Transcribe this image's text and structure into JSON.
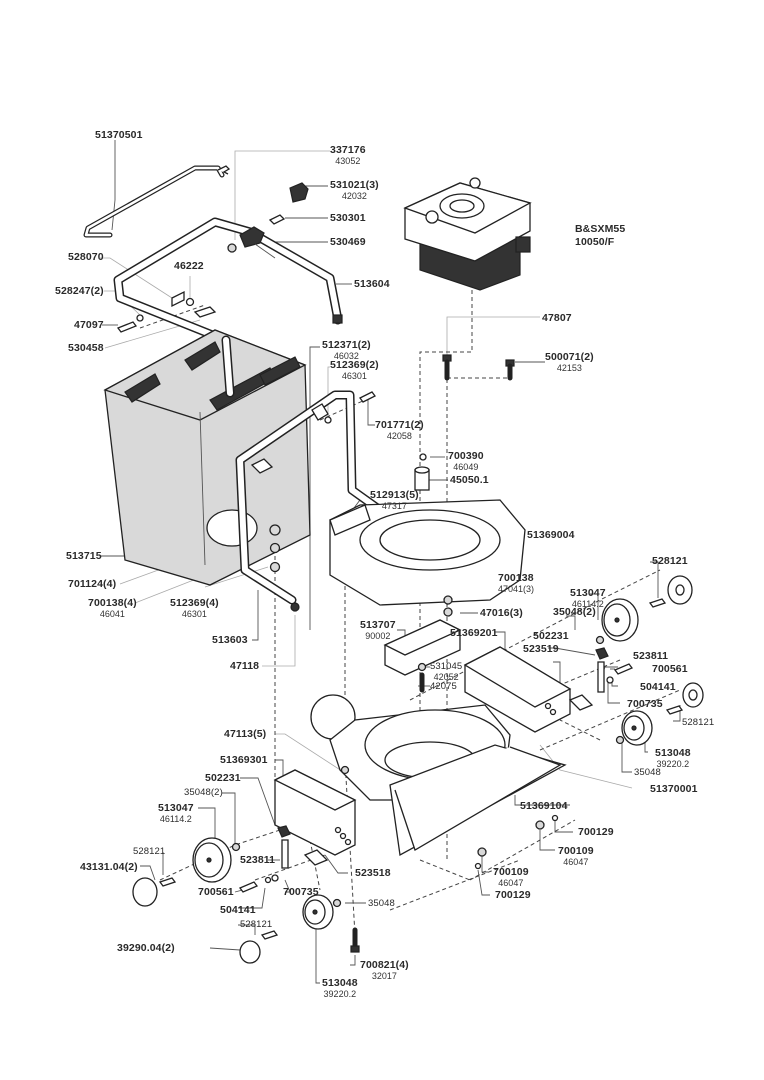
{
  "diagram": {
    "title": "Exploded parts view – garden vacuum/blower chassis",
    "engine": {
      "name": "B&SXM55",
      "code": "10050/F"
    },
    "labels": [
      {
        "id": "l01",
        "part": "51370501",
        "sub": ""
      },
      {
        "id": "l02",
        "part": "337176",
        "sub": "43052"
      },
      {
        "id": "l03",
        "part": "531021(3)",
        "sub": "42032"
      },
      {
        "id": "l04",
        "part": "530301",
        "sub": ""
      },
      {
        "id": "l05",
        "part": "530469",
        "sub": ""
      },
      {
        "id": "l06",
        "part": "528070",
        "sub": ""
      },
      {
        "id": "l07",
        "part": "46222",
        "sub": ""
      },
      {
        "id": "l08",
        "part": "513604",
        "sub": ""
      },
      {
        "id": "l09",
        "part": "528247(2)",
        "sub": ""
      },
      {
        "id": "l10",
        "part": "47097",
        "sub": ""
      },
      {
        "id": "l11",
        "part": "530458",
        "sub": ""
      },
      {
        "id": "l12",
        "part": "47807",
        "sub": ""
      },
      {
        "id": "l13",
        "part": "512371(2)",
        "sub": "46032"
      },
      {
        "id": "l14",
        "part": "512369(2)",
        "sub": "46301"
      },
      {
        "id": "l15",
        "part": "500071(2)",
        "sub": "42153"
      },
      {
        "id": "l16",
        "part": "701771(2)",
        "sub": "42058"
      },
      {
        "id": "l17",
        "part": "700390",
        "sub": "46049"
      },
      {
        "id": "l18",
        "part": "45050.1",
        "sub": ""
      },
      {
        "id": "l19",
        "part": "512913(5)",
        "sub": "47317"
      },
      {
        "id": "l20",
        "part": "51369004",
        "sub": ""
      },
      {
        "id": "l21",
        "part": "513715",
        "sub": ""
      },
      {
        "id": "l22",
        "part": "701124(4)",
        "sub": ""
      },
      {
        "id": "l23",
        "part": "700138(4)",
        "sub": "46041"
      },
      {
        "id": "l24",
        "part": "512369(4)",
        "sub": "46301"
      },
      {
        "id": "l25",
        "part": "700138",
        "sub": "47041(3)"
      },
      {
        "id": "l26",
        "part": "47016(3)",
        "sub": ""
      },
      {
        "id": "l27",
        "part": "528121",
        "sub": ""
      },
      {
        "id": "l28",
        "part": "513047",
        "sub": "46114.2"
      },
      {
        "id": "l29",
        "part": "35048(2)",
        "sub": ""
      },
      {
        "id": "l30",
        "part": "513603",
        "sub": ""
      },
      {
        "id": "l31",
        "part": "513707",
        "sub": "90002"
      },
      {
        "id": "l32",
        "part": "51369201",
        "sub": ""
      },
      {
        "id": "l33",
        "part": "502231",
        "sub": ""
      },
      {
        "id": "l34",
        "part": "523519",
        "sub": ""
      },
      {
        "id": "l35",
        "part": "523811",
        "sub": ""
      },
      {
        "id": "l36",
        "part": "47118",
        "sub": ""
      },
      {
        "id": "l37",
        "part": "531045",
        "sub": "42052"
      },
      {
        "id": "l38",
        "part": "42075",
        "sub": ""
      },
      {
        "id": "l39",
        "part": "700561",
        "sub": ""
      },
      {
        "id": "l40",
        "part": "504141",
        "sub": ""
      },
      {
        "id": "l41",
        "part": "700735",
        "sub": ""
      },
      {
        "id": "l42",
        "part": "528121",
        "sub": ""
      },
      {
        "id": "l43",
        "part": "47113(5)",
        "sub": ""
      },
      {
        "id": "l44",
        "part": "513048",
        "sub": "39220.2"
      },
      {
        "id": "l45",
        "part": "51369301",
        "sub": ""
      },
      {
        "id": "l46",
        "part": "35048",
        "sub": ""
      },
      {
        "id": "l47",
        "part": "502231",
        "sub": ""
      },
      {
        "id": "l48",
        "part": "51370001",
        "sub": ""
      },
      {
        "id": "l49",
        "part": "35048(2)",
        "sub": ""
      },
      {
        "id": "l50",
        "part": "513047",
        "sub": "46114.2"
      },
      {
        "id": "l51",
        "part": "51369104",
        "sub": ""
      },
      {
        "id": "l52",
        "part": "700129",
        "sub": ""
      },
      {
        "id": "l53",
        "part": "528121",
        "sub": ""
      },
      {
        "id": "l54",
        "part": "700109",
        "sub": "46047"
      },
      {
        "id": "l55",
        "part": "43131.04(2)",
        "sub": ""
      },
      {
        "id": "l56",
        "part": "523811",
        "sub": ""
      },
      {
        "id": "l57",
        "part": "523518",
        "sub": ""
      },
      {
        "id": "l58",
        "part": "700109",
        "sub": "46047"
      },
      {
        "id": "l59",
        "part": "700561",
        "sub": ""
      },
      {
        "id": "l60",
        "part": "700735",
        "sub": ""
      },
      {
        "id": "l61",
        "part": "700129",
        "sub": ""
      },
      {
        "id": "l62",
        "part": "504141",
        "sub": ""
      },
      {
        "id": "l63",
        "part": "35048",
        "sub": ""
      },
      {
        "id": "l64",
        "part": "528121",
        "sub": ""
      },
      {
        "id": "l65",
        "part": "39290.04(2)",
        "sub": ""
      },
      {
        "id": "l66",
        "part": "700821(4)",
        "sub": "32017"
      },
      {
        "id": "l67",
        "part": "513048",
        "sub": "39220.2"
      }
    ]
  }
}
